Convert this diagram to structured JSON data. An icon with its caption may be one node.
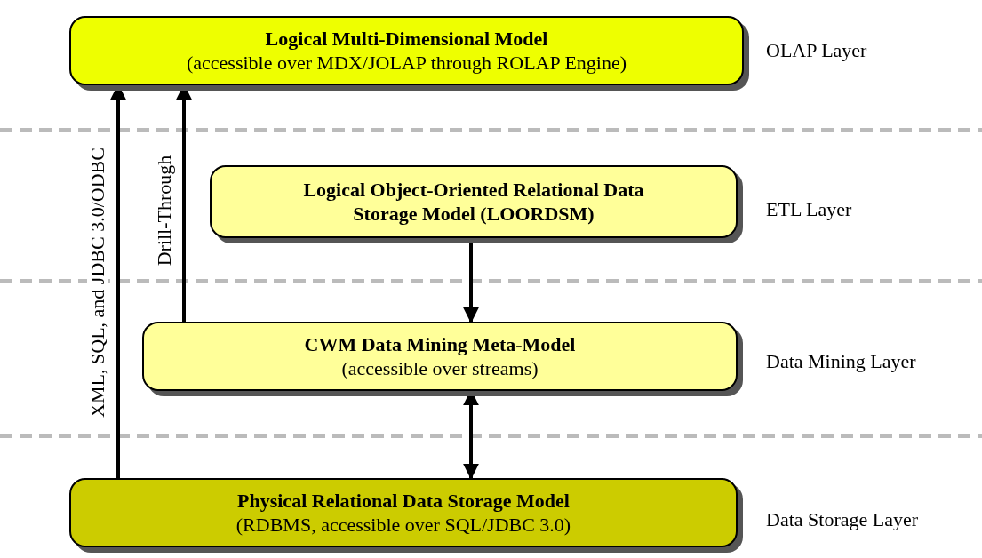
{
  "diagram": {
    "nodes": [
      {
        "text": [
          "Logical Multi-Dimensional Model",
          "(accessible over MDX/JOLAP through ROLAP Engine)"
        ]
      },
      {
        "text": [
          "Logical Object-Oriented Relational Data Storage Model (LOORDSM)"
        ]
      },
      {
        "text": [
          "CWM Data Mining Meta-Model",
          "(accessible over streams)"
        ]
      },
      {
        "text": [
          "Physical Relational Data Storage Model",
          "(RDBMS, accessible over SQL/JDBC 3.0)"
        ]
      }
    ],
    "edges": [
      {
        "from": 3,
        "to": 0,
        "arrow": "to",
        "label": "XML, SQL, and JDBC 3.0/ODBC"
      },
      {
        "from": 2,
        "to": 0,
        "arrow": "to",
        "label": "Drill-Through"
      },
      {
        "from": 1,
        "to": 2,
        "arrow": "to"
      },
      {
        "from": 2,
        "to": 3,
        "arrow": "both"
      }
    ],
    "labels": [
      "OLAP Layer",
      "ETL Layer",
      "Data Mining Layer",
      "Data Storage Layer"
    ]
  }
}
